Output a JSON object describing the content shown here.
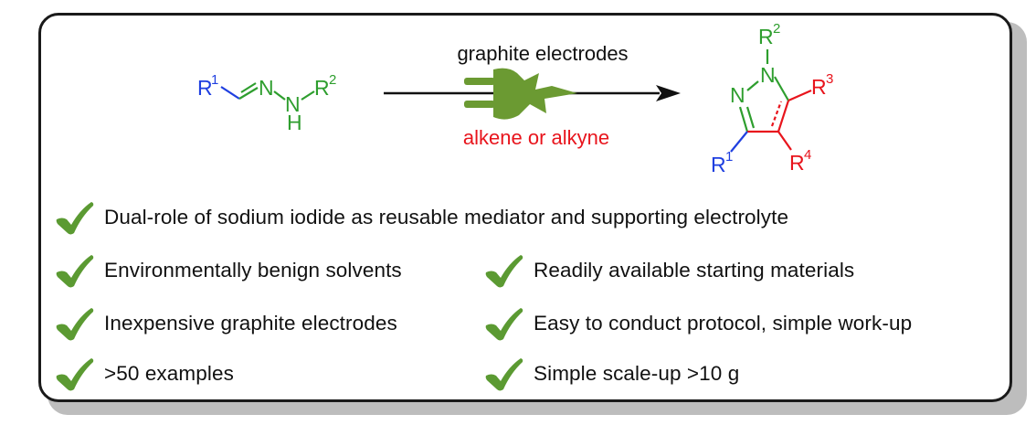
{
  "colors": {
    "r1": "#1f3fe0",
    "hydrazone_green": "#2e9e2e",
    "reagent_red": "#e8141c",
    "plug_green": "#6b9a32",
    "check_green": "#5b9a32",
    "text": "#111111"
  },
  "reactant": {
    "r1_label": "R",
    "r1_sup": "1",
    "n1_label": "N",
    "n2_label": "N",
    "h_label": "H",
    "r2_label": "R",
    "r2_sup": "2"
  },
  "arrow": {
    "top_label": "graphite electrodes",
    "bottom_label": "alkene or alkyne",
    "icon": "electric-plug-icon"
  },
  "product": {
    "n1_label": "N",
    "n2_label": "N",
    "r1_label": "R",
    "r1_sup": "1",
    "r2_label": "R",
    "r2_sup": "2",
    "r3_label": "R",
    "r3_sup": "3",
    "r4_label": "R",
    "r4_sup": "4"
  },
  "features": [
    {
      "icon": "checkmark-icon",
      "text": "Dual-role of sodium iodide as reusable mediator and supporting electrolyte"
    },
    {
      "icon": "checkmark-icon",
      "text": "Environmentally benign solvents"
    },
    {
      "icon": "checkmark-icon",
      "text": "Readily available starting materials"
    },
    {
      "icon": "checkmark-icon",
      "text": "Inexpensive graphite electrodes"
    },
    {
      "icon": "checkmark-icon",
      "text": "Easy to conduct protocol, simple work-up"
    },
    {
      "icon": "checkmark-icon",
      "text": ">50 examples"
    },
    {
      "icon": "checkmark-icon",
      "text": "Simple scale-up >10 g"
    }
  ]
}
